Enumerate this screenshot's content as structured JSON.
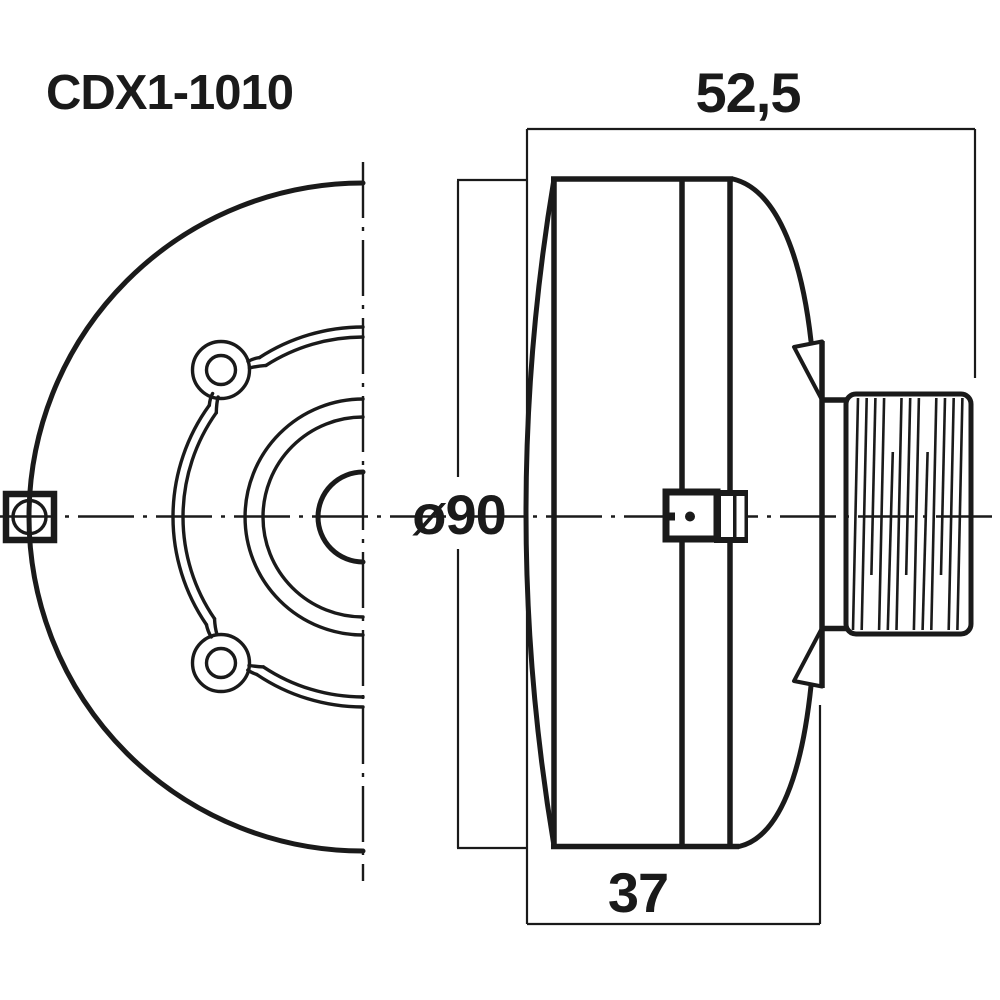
{
  "title": "CDX1-1010",
  "dimensions": {
    "total_depth": "52,5",
    "diameter": "ø90",
    "body_depth": "37"
  },
  "colors": {
    "line": "#1a1a1a",
    "background": "#ffffff"
  }
}
